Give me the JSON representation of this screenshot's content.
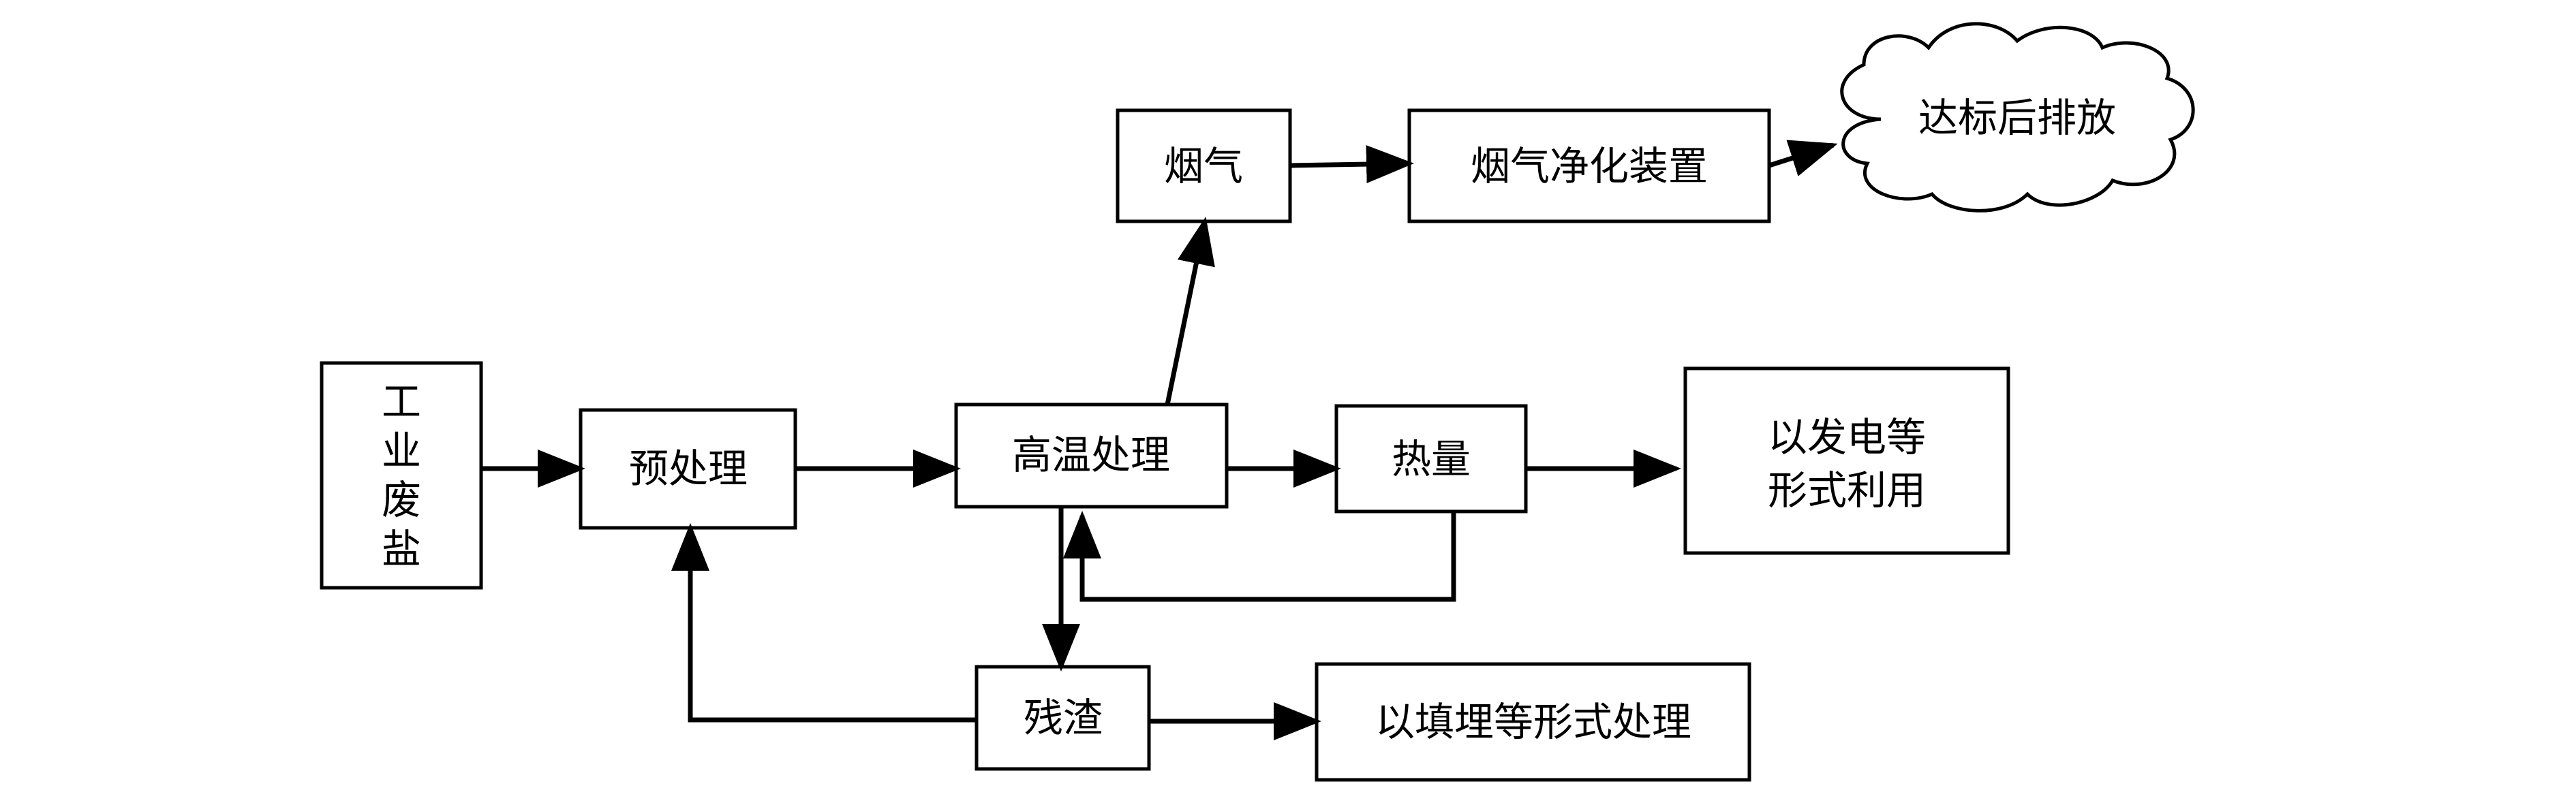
{
  "nodes": {
    "industrial_waste_salt": [
      "工",
      "业",
      "废",
      "盐"
    ],
    "pretreatment": "预处理",
    "high_temp_treatment": "高温处理",
    "flue_gas": "烟气",
    "flue_gas_purification": "烟气净化装置",
    "emission": "达标后排放",
    "heat": "热量",
    "heat_use": [
      "以发电等",
      "形式利用"
    ],
    "residue": "残渣",
    "residue_disposal": "以填埋等形式处理"
  },
  "colors": {
    "stroke": "#000000",
    "background": "#ffffff"
  }
}
